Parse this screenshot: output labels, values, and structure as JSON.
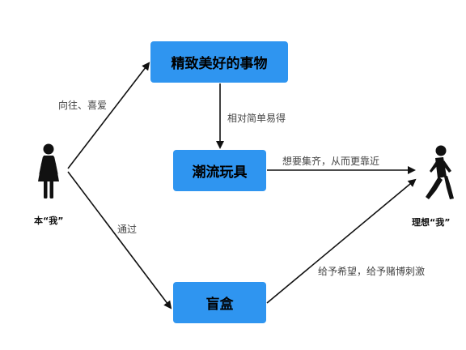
{
  "nodes": {
    "beautiful_things": "精致美好的事物",
    "trendy_toys": "潮流玩具",
    "blind_box": "盲盒"
  },
  "persons": {
    "self": "本“我”",
    "ideal_self": "理想“我”"
  },
  "edges": {
    "self_to_beautiful": "向往、喜爱",
    "beautiful_to_toys": "相对简单易得",
    "self_to_blindbox": "通过",
    "toys_to_ideal": "想要集齐，从而更靠近",
    "blindbox_to_ideal": "给予希望，给予赌博刺激"
  },
  "colors": {
    "box_fill": "#2f95f0",
    "line": "#111111"
  }
}
